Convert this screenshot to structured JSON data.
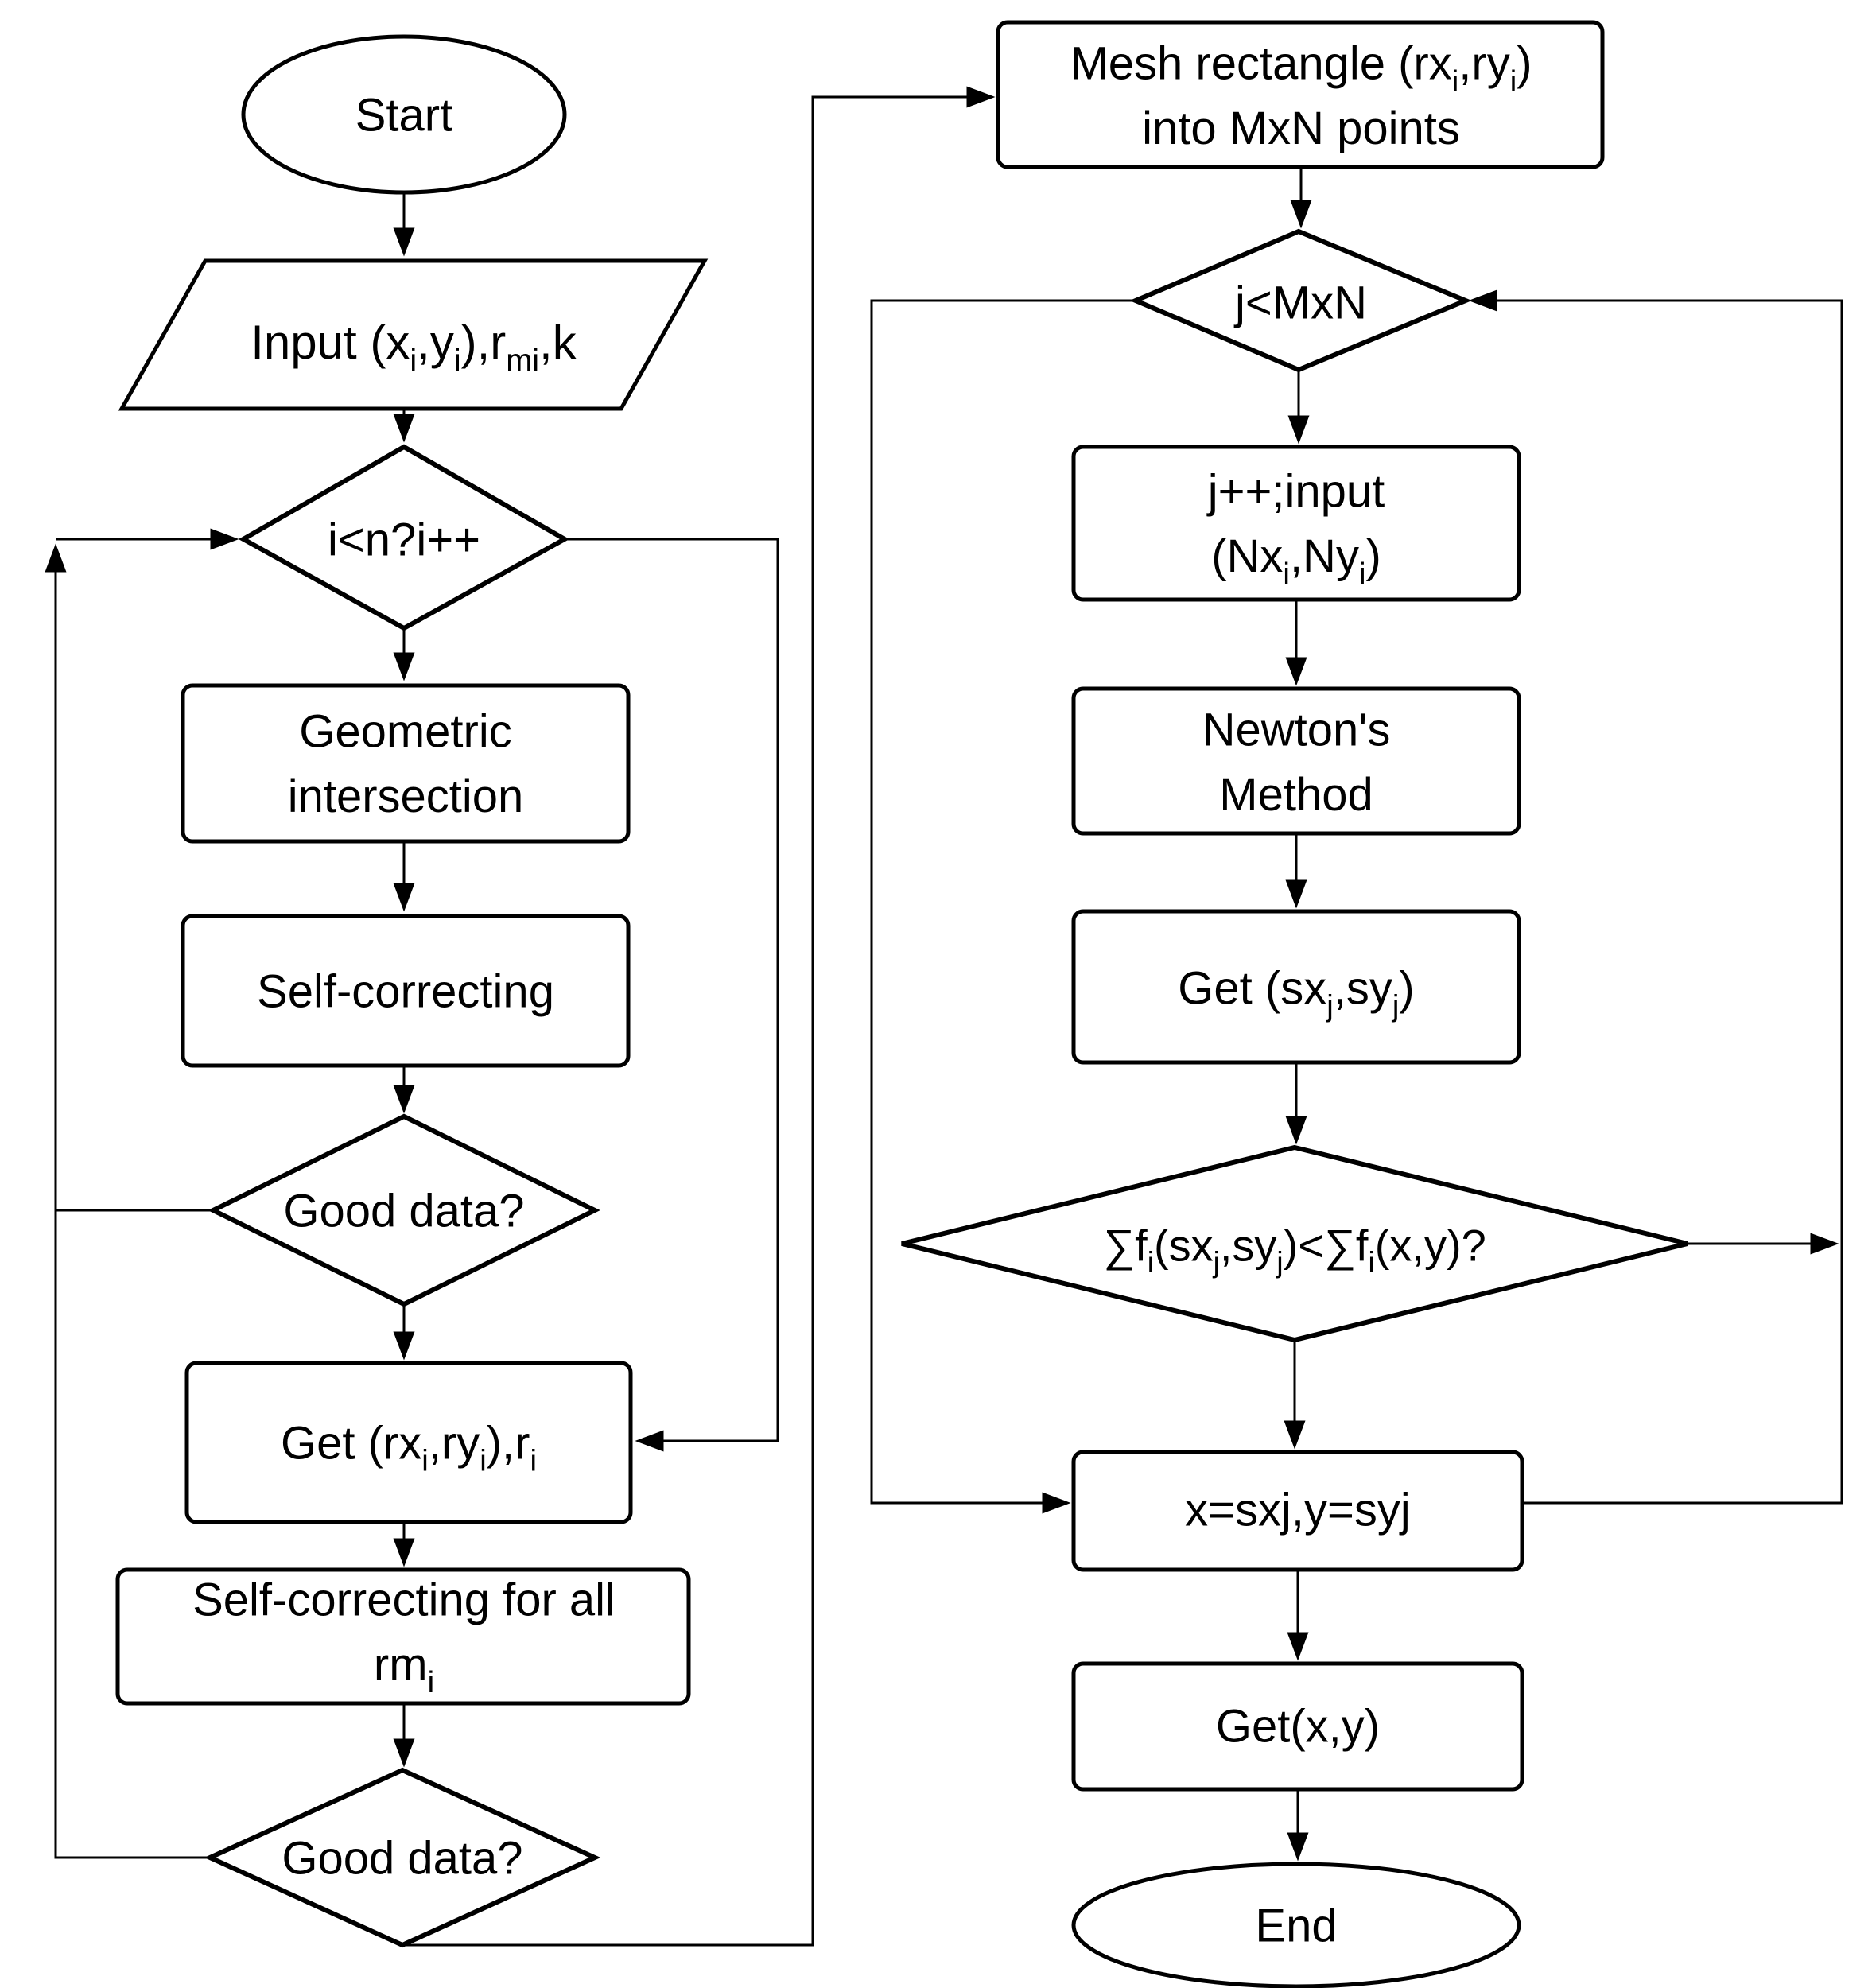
{
  "figure": {
    "type": "flowchart",
    "background": "#ffffff",
    "line_color": "#000000",
    "text_color": "#000000"
  },
  "nodes": {
    "start": {
      "shape": "ellipse",
      "lines": [
        [
          "Start"
        ]
      ]
    },
    "input": {
      "shape": "parallelogram",
      "lines": [
        [
          "Input (x",
          {
            "t": "i",
            "sub": true
          },
          ",y",
          {
            "t": "i",
            "sub": true
          },
          "),r",
          {
            "t": "mi",
            "sub": true
          },
          ",k"
        ]
      ]
    },
    "i_loop": {
      "shape": "diamond",
      "lines": [
        [
          "i<n?i++"
        ]
      ]
    },
    "geometric": {
      "shape": "rect",
      "lines": [
        [
          "Geometric"
        ],
        [
          "intersection"
        ]
      ]
    },
    "self_correcting": {
      "shape": "rect",
      "lines": [
        [
          "Self-correcting"
        ]
      ]
    },
    "good_data_1": {
      "shape": "diamond",
      "lines": [
        [
          "Good data?"
        ]
      ]
    },
    "get_r": {
      "shape": "rect",
      "lines": [
        [
          "Get (rx",
          {
            "t": "i",
            "sub": true
          },
          ",ry",
          {
            "t": "i",
            "sub": true
          },
          "),r",
          {
            "t": "i",
            "sub": true
          }
        ]
      ]
    },
    "self_correcting_all": {
      "shape": "rect",
      "lines": [
        [
          "Self-correcting for all"
        ],
        [
          "rm",
          {
            "t": "i",
            "sub": true
          }
        ]
      ]
    },
    "good_data_2": {
      "shape": "diamond",
      "lines": [
        [
          "Good data?"
        ]
      ]
    },
    "mesh": {
      "shape": "rect",
      "lines": [
        [
          "Mesh rectangle (rx",
          {
            "t": "i",
            "sub": true
          },
          ",ry",
          {
            "t": "i",
            "sub": true
          },
          ")"
        ],
        [
          "into MxN points"
        ]
      ]
    },
    "j_loop": {
      "shape": "diamond",
      "lines": [
        [
          "j<MxN"
        ]
      ]
    },
    "j_input": {
      "shape": "rect",
      "lines": [
        [
          "j++;input"
        ],
        [
          "(Nx",
          {
            "t": "i",
            "sub": true
          },
          ",Ny",
          {
            "t": "i",
            "sub": true
          },
          ")"
        ]
      ]
    },
    "newton": {
      "shape": "rect",
      "lines": [
        [
          "Newton's"
        ],
        [
          "Method"
        ]
      ]
    },
    "get_s": {
      "shape": "rect",
      "lines": [
        [
          "Get (sx",
          {
            "t": "j",
            "sub": true
          },
          ",sy",
          {
            "t": "j",
            "sub": true
          },
          ")"
        ]
      ]
    },
    "sum_test": {
      "shape": "diamond",
      "lines": [
        [
          "∑f",
          {
            "t": "i",
            "sub": true
          },
          "(sx",
          {
            "t": "j",
            "sub": true
          },
          ",sy",
          {
            "t": "j",
            "sub": true
          },
          ")<∑f",
          {
            "t": "i",
            "sub": true
          },
          "(x,y)?"
        ]
      ]
    },
    "assign": {
      "shape": "rect",
      "lines": [
        [
          "x=sxj,y=syj"
        ]
      ]
    },
    "get_xy": {
      "shape": "rect",
      "lines": [
        [
          "Get(x,y)"
        ]
      ]
    },
    "end": {
      "shape": "ellipse",
      "lines": [
        [
          "End"
        ]
      ]
    }
  },
  "edges": [
    {
      "from": "start",
      "to": "input"
    },
    {
      "from": "input",
      "to": "i_loop"
    },
    {
      "from": "i_loop",
      "to": "geometric"
    },
    {
      "from": "geometric",
      "to": "self_correcting"
    },
    {
      "from": "self_correcting",
      "to": "good_data_1"
    },
    {
      "from": "good_data_1",
      "to": "get_r"
    },
    {
      "from": "get_r",
      "to": "self_correcting_all"
    },
    {
      "from": "self_correcting_all",
      "to": "good_data_2"
    },
    {
      "from": "good_data_1",
      "to": "i_loop",
      "via": "left loop line"
    },
    {
      "from": "good_data_2",
      "to": "i_loop",
      "via": "left loop line"
    },
    {
      "from": "i_loop",
      "to": "get_r",
      "via": "right bypass line"
    },
    {
      "from": "good_data_2",
      "to": "mesh",
      "via": "center channel line"
    },
    {
      "from": "mesh",
      "to": "j_loop"
    },
    {
      "from": "j_loop",
      "to": "j_input"
    },
    {
      "from": "j_input",
      "to": "newton"
    },
    {
      "from": "newton",
      "to": "get_s"
    },
    {
      "from": "get_s",
      "to": "sum_test"
    },
    {
      "from": "sum_test",
      "to": "assign"
    },
    {
      "from": "j_loop",
      "to": "assign",
      "via": "left loop line"
    },
    {
      "from": "sum_test",
      "to": "j_loop",
      "via": "right return line"
    },
    {
      "from": "assign",
      "to": "j_loop",
      "via": "right return line"
    },
    {
      "from": "assign",
      "to": "get_xy"
    },
    {
      "from": "get_xy",
      "to": "end"
    }
  ]
}
